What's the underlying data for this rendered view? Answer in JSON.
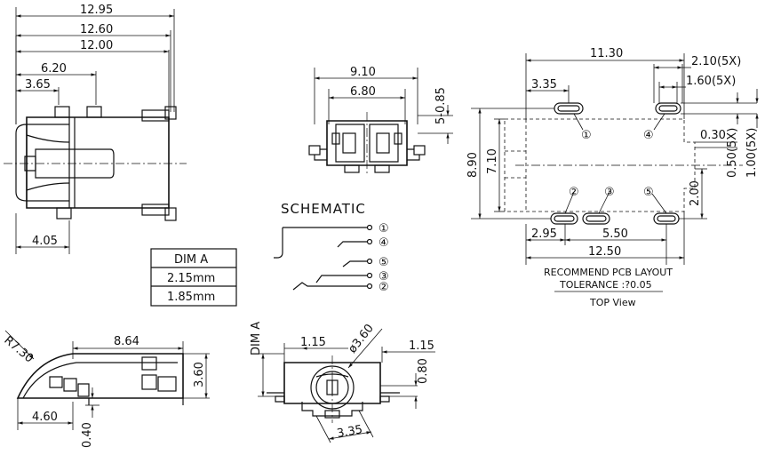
{
  "front_view": {
    "dim_12_95": "12.95",
    "dim_12_60": "12.60",
    "dim_12_00": "12.00",
    "dim_6_20": "6.20",
    "dim_3_65": "3.65",
    "dim_4_05": "4.05"
  },
  "end_view": {
    "dim_9_10": "9.10",
    "dim_6_80": "6.80",
    "dim_5_085": "5-0.85"
  },
  "schematic": {
    "title": "SCHEMATIC",
    "pins": [
      "①",
      "④",
      "⑤",
      "③",
      "②"
    ]
  },
  "dim_table": {
    "header": "DIM  A",
    "rows": [
      "2.15mm",
      "1.85mm"
    ]
  },
  "pcb_layout": {
    "dim_11_30": "11.30",
    "dim_2_10": "2.10(5X)",
    "dim_1_60": "1.60(5X)",
    "dim_3_35": "3.35",
    "dim_0_30": "0.30",
    "dim_0_50": "0.50(5X)",
    "dim_1_00": "1.00(5X)",
    "dim_8_90": "8.90",
    "dim_7_10": "7.10",
    "dim_2_00": "2.00",
    "dim_2_95": "2.95",
    "dim_5_50": "5.50",
    "dim_12_50": "12.50",
    "pad_labels": [
      "①",
      "④",
      "②",
      "③",
      "⑤"
    ],
    "caption_1": "RECOMMEND PCB LAYOUT",
    "caption_2": "TOLERANCE :?0.05",
    "caption_3": "TOP View"
  },
  "side_view": {
    "dim_r7_30": "R7.30",
    "dim_8_64": "8.64",
    "dim_3_60": "3.60",
    "dim_4_60": "4.60",
    "dim_0_40": "0.40"
  },
  "rear_view": {
    "dim_a": "DIM  A",
    "dim_1_15_left": "1.15",
    "dim_dia_3_60": "ø3.60",
    "dim_1_15_right": "1.15",
    "dim_0_80": "0.80",
    "dim_3_35": "3.35"
  }
}
